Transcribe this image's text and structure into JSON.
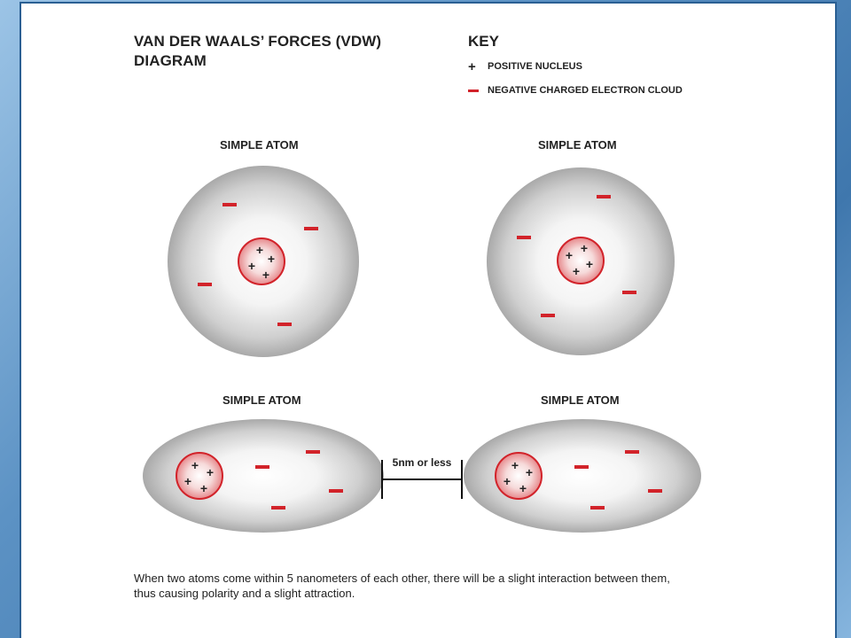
{
  "title": {
    "line1": "VAN DER WAALS’ FORCES (VDW)",
    "line2": "DIAGRAM"
  },
  "key": {
    "title": "KEY",
    "items": [
      {
        "symbol": "+",
        "label": "POSITIVE NUCLEUS"
      },
      {
        "symbol": "–",
        "label": "NEGATIVE CHARGED ELECTRON CLOUD"
      }
    ]
  },
  "atoms": {
    "top_left_label": "SIMPLE ATOM",
    "top_right_label": "SIMPLE ATOM",
    "bottom_left_label": "SIMPLE ATOM",
    "bottom_right_label": "SIMPLE ATOM"
  },
  "distance_label": "5nm or less",
  "description": "When two atoms come within 5 nanometers of each other, there will be a slight interaction between them, thus causing polarity and a slight attraction.",
  "colors": {
    "electron": "#d2232a",
    "nucleus_edge": "#d2232a",
    "cloud_edge": "#a7a7a7"
  }
}
